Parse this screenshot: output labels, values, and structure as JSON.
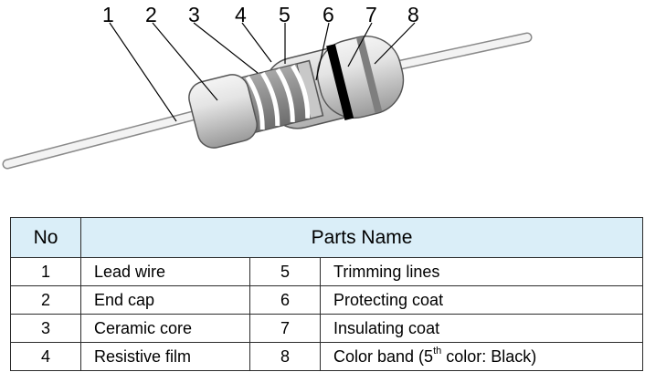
{
  "callouts": [
    "1",
    "2",
    "3",
    "4",
    "5",
    "6",
    "7",
    "8"
  ],
  "table": {
    "header_no": "No",
    "header_name": "Parts Name",
    "rows": [
      {
        "left_no": "1",
        "left_name": "Lead wire",
        "right_no": "5",
        "right_name": "Trimming lines"
      },
      {
        "left_no": "2",
        "left_name": "End cap",
        "right_no": "6",
        "right_name": "Protecting coat"
      },
      {
        "left_no": "3",
        "left_name": "Ceramic core",
        "right_no": "7",
        "right_name": "Insulating coat"
      },
      {
        "left_no": "4",
        "left_name": "Resistive film",
        "right_no": "8",
        "right_name_prefix": "Color band (5",
        "right_name_sup": "th",
        "right_name_suffix": " color: Black)"
      }
    ]
  },
  "colors": {
    "header_bg": "#daeef8",
    "border": "#2b2b2b",
    "band": "#000000"
  }
}
